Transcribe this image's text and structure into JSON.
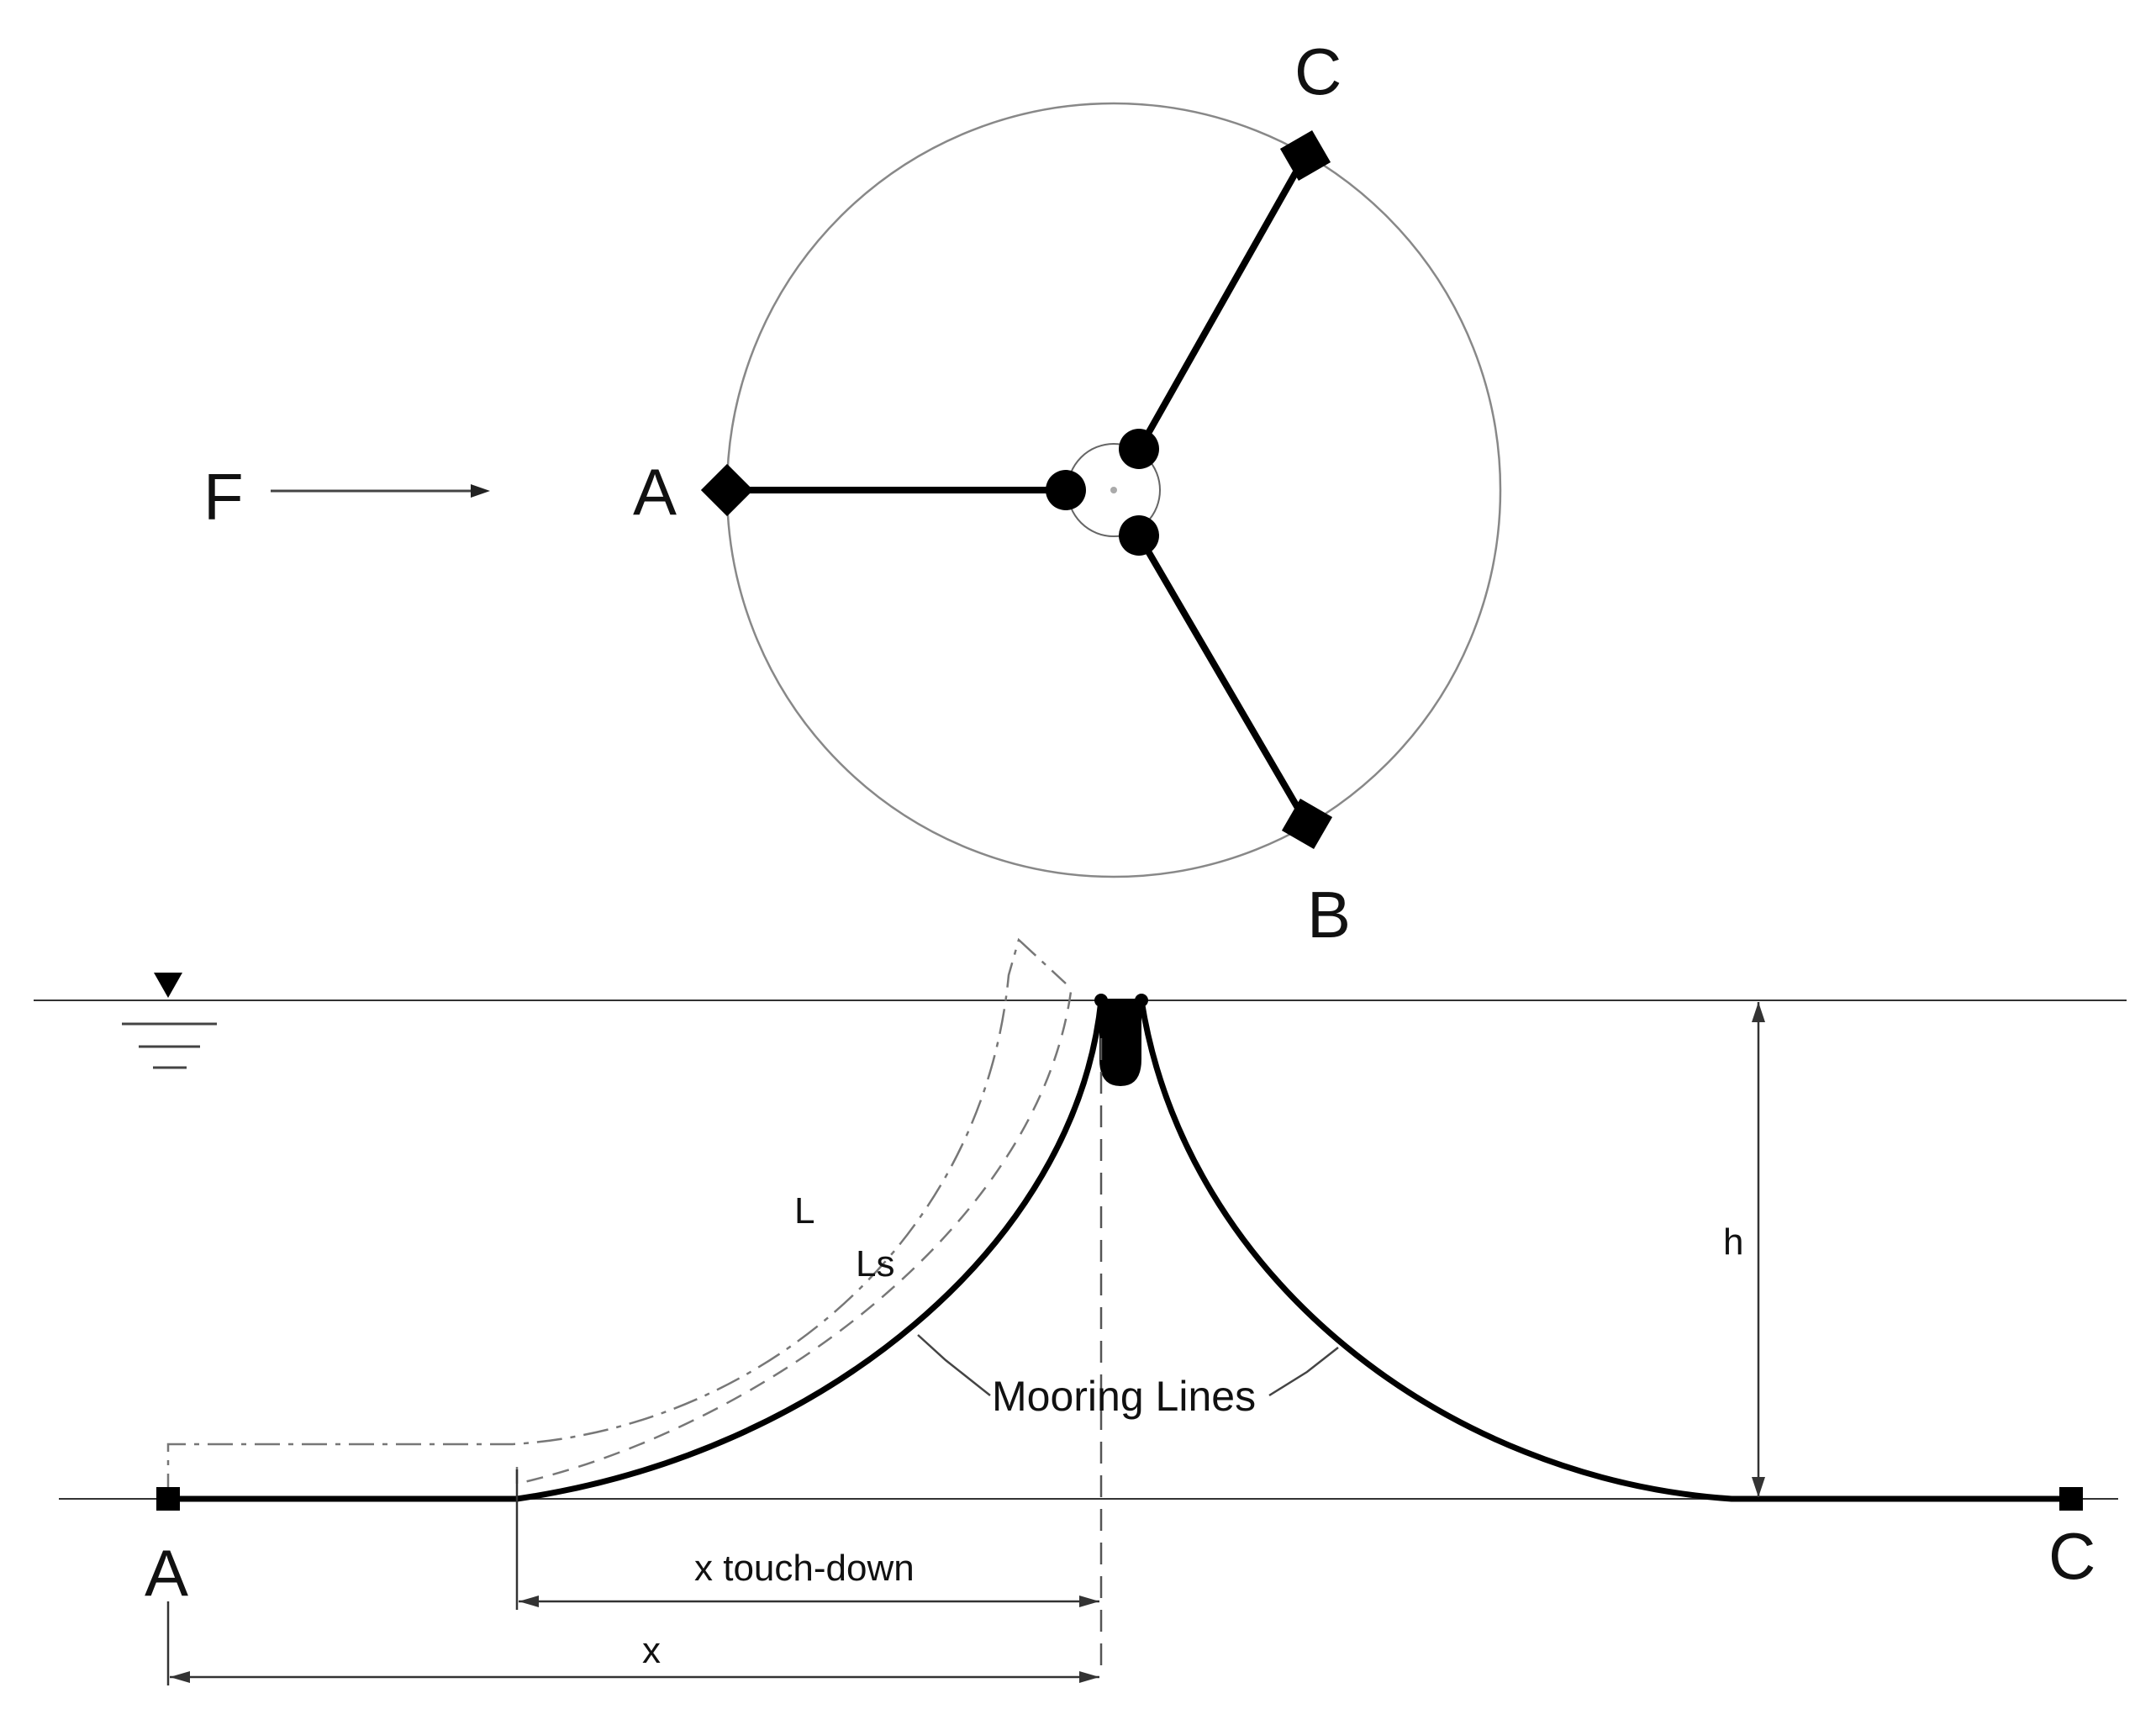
{
  "top_view": {
    "force_label": "F",
    "anchor_a": "A",
    "anchor_b": "B",
    "anchor_c": "C"
  },
  "side_view": {
    "anchor_left": "A",
    "anchor_right": "C",
    "line_length": "L",
    "suspended_length": "Ls",
    "mooring_lines_label": "Mooring Lines",
    "depth_label": "h",
    "touchdown_label": "x touch-down",
    "horizontal_label": "x"
  },
  "colors": {
    "ink": "#000000",
    "thin_line": "#444444",
    "circle": "#888888"
  }
}
